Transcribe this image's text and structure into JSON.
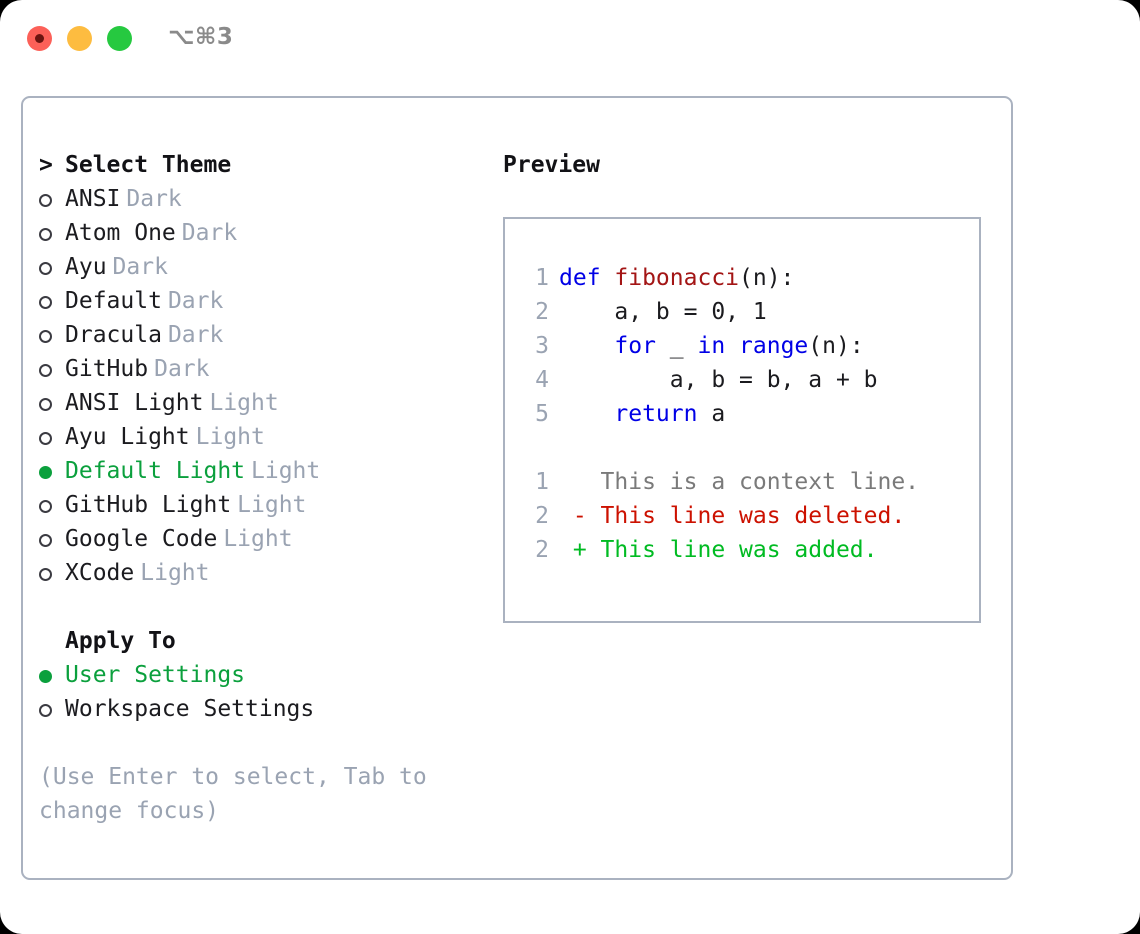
{
  "window": {
    "title": "⌥⌘3",
    "traffic_lights": [
      "close",
      "minimize",
      "maximize"
    ]
  },
  "colors": {
    "accent_green": "#0ba03d",
    "dim_text": "#9aa3b2",
    "border": "#aab2c0",
    "keyword_blue": "#0000e6",
    "function_red": "#a31515",
    "diff_deleted": "#cc1100",
    "diff_added": "#00bb22",
    "context_grey": "#7a7a7a"
  },
  "theme_list": {
    "heading": "Select Theme",
    "heading_marker": ">",
    "items": [
      {
        "marker": "circle",
        "label": "ANSI",
        "variant": "Dark",
        "selected": false
      },
      {
        "marker": "circle",
        "label": "Atom One",
        "variant": "Dark",
        "selected": false
      },
      {
        "marker": "circle",
        "label": "Ayu",
        "variant": "Dark",
        "selected": false
      },
      {
        "marker": "circle",
        "label": "Default",
        "variant": "Dark",
        "selected": false
      },
      {
        "marker": "circle",
        "label": "Dracula",
        "variant": "Dark",
        "selected": false
      },
      {
        "marker": "circle",
        "label": "GitHub",
        "variant": "Dark",
        "selected": false
      },
      {
        "marker": "circle",
        "label": "ANSI Light",
        "variant": "Light",
        "selected": false
      },
      {
        "marker": "circle",
        "label": "Ayu Light",
        "variant": "Light",
        "selected": false
      },
      {
        "marker": "circle-filled",
        "label": "Default Light",
        "variant": "Light",
        "selected": true
      },
      {
        "marker": "circle",
        "label": "GitHub Light",
        "variant": "Light",
        "selected": false
      },
      {
        "marker": "circle",
        "label": "Google Code",
        "variant": "Light",
        "selected": false
      },
      {
        "marker": "circle",
        "label": "XCode",
        "variant": "Light",
        "selected": false
      }
    ]
  },
  "apply_to": {
    "heading": "Apply To",
    "items": [
      {
        "marker": "circle-filled",
        "label": "User Settings",
        "selected": true
      },
      {
        "marker": "circle",
        "label": "Workspace Settings",
        "selected": false
      }
    ]
  },
  "hint": "(Use Enter to select, Tab to change focus)",
  "preview": {
    "title": "Preview",
    "code_lines": [
      {
        "no": "1",
        "tokens": [
          {
            "t": "def ",
            "c": "kw"
          },
          {
            "t": "fibonacci",
            "c": "fn"
          },
          {
            "t": "(n):",
            "c": "pl"
          }
        ]
      },
      {
        "no": "2",
        "tokens": [
          {
            "t": "    a, b = 0, 1",
            "c": "pl"
          }
        ]
      },
      {
        "no": "3",
        "tokens": [
          {
            "t": "    ",
            "c": "pl"
          },
          {
            "t": "for",
            "c": "kw"
          },
          {
            "t": " _ ",
            "c": "pl"
          },
          {
            "t": "in",
            "c": "kw"
          },
          {
            "t": " ",
            "c": "pl"
          },
          {
            "t": "range",
            "c": "kw"
          },
          {
            "t": "(n):",
            "c": "pl"
          }
        ]
      },
      {
        "no": "4",
        "tokens": [
          {
            "t": "        a, b = b, a + b",
            "c": "pl"
          }
        ]
      },
      {
        "no": "5",
        "tokens": [
          {
            "t": "    ",
            "c": "pl"
          },
          {
            "t": "return",
            "c": "kw"
          },
          {
            "t": " a",
            "c": "pl"
          }
        ]
      }
    ],
    "diff_lines": [
      {
        "no": "1",
        "sign": " ",
        "text": "This is a context line.",
        "kind": "ctx"
      },
      {
        "no": "2",
        "sign": "-",
        "text": "This line was deleted.",
        "kind": "del"
      },
      {
        "no": "2",
        "sign": "+",
        "text": "This line was added.",
        "kind": "add"
      }
    ]
  }
}
